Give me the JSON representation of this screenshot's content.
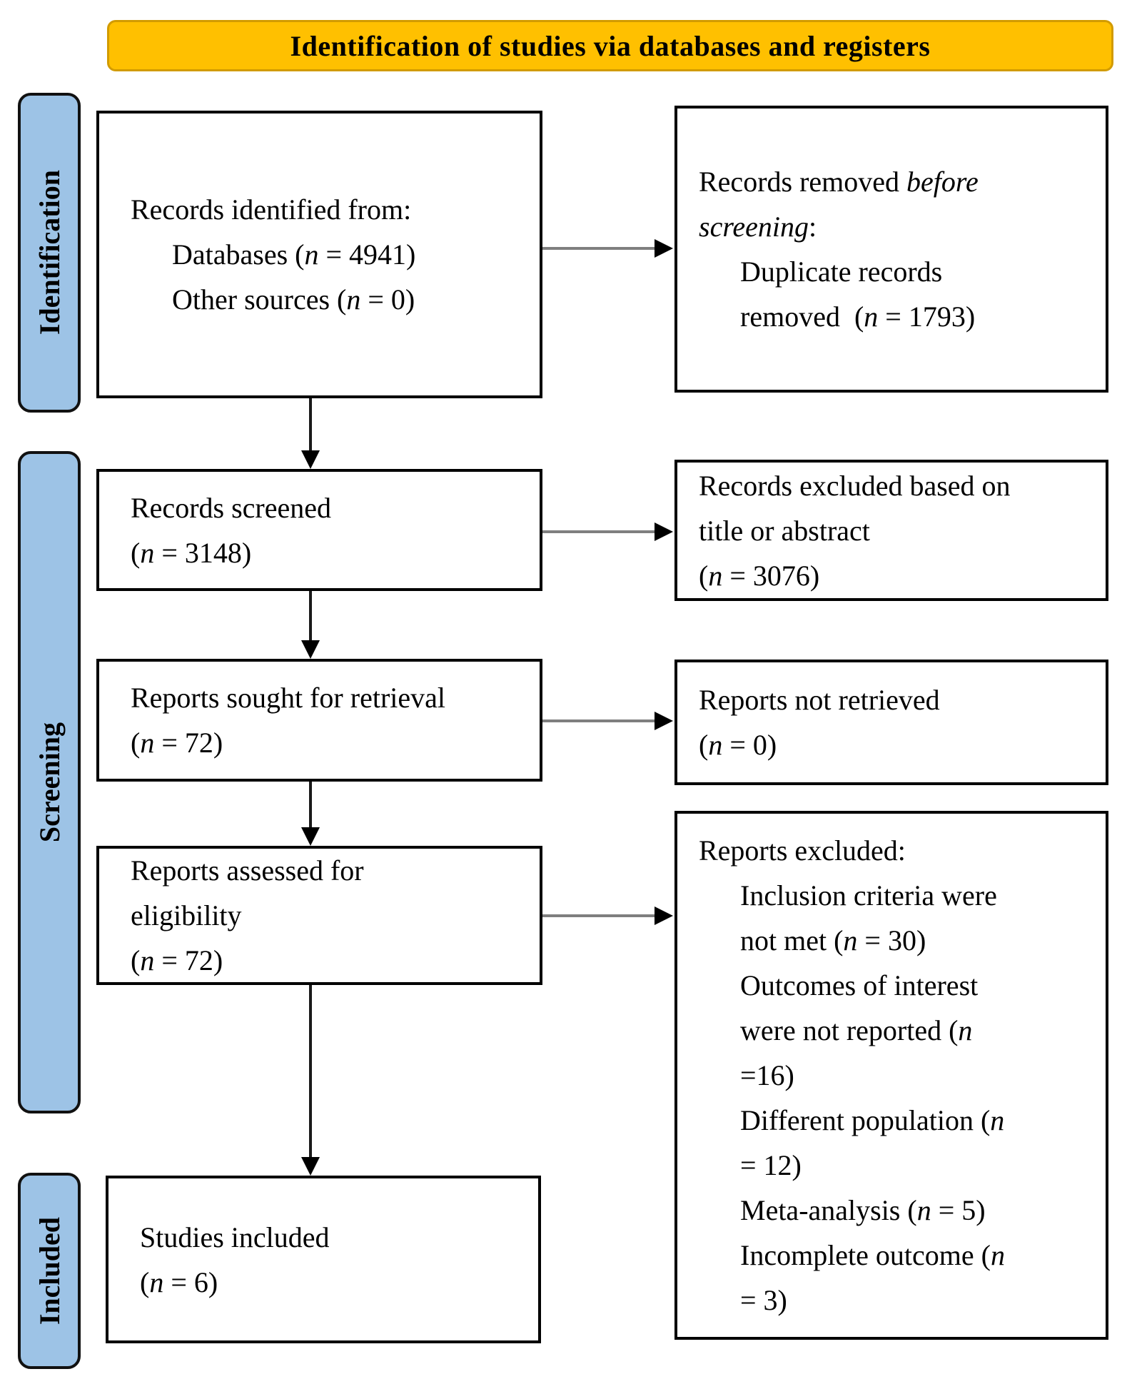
{
  "banner": {
    "title": "Identification of studies via databases and registers"
  },
  "colors": {
    "banner_bg": "#FFC000",
    "banner_border": "#D29B00",
    "sidebar_bg": "#9DC3E6",
    "box_border": "#000000",
    "connector_gray": "#7F7F7F",
    "arrow_black": "#1A1A1A"
  },
  "sidebar": {
    "items": [
      {
        "label": "Identification"
      },
      {
        "label": "Screening"
      },
      {
        "label": "Included"
      }
    ]
  },
  "flow": {
    "records_identified": {
      "lines": [
        {
          "indent": false,
          "segments": [
            {
              "text": "Records identified from:"
            }
          ]
        },
        {
          "indent": true,
          "segments": [
            {
              "text": "Databases ("
            },
            {
              "text": "n",
              "italic": true
            },
            {
              "text": " = 4941)"
            }
          ]
        },
        {
          "indent": true,
          "segments": [
            {
              "text": "Other sources ("
            },
            {
              "text": "n",
              "italic": true
            },
            {
              "text": " = 0)"
            }
          ]
        }
      ]
    },
    "records_removed": {
      "lines": [
        {
          "indent": false,
          "segments": [
            {
              "text": "Records removed "
            },
            {
              "text": "before",
              "italic": true
            }
          ]
        },
        {
          "indent": false,
          "segments": [
            {
              "text": "screening",
              "italic": true
            },
            {
              "text": ":"
            }
          ]
        },
        {
          "indent": true,
          "segments": [
            {
              "text": "Duplicate records"
            }
          ]
        },
        {
          "indent": true,
          "segments": [
            {
              "text": "removed  ("
            },
            {
              "text": "n",
              "italic": true
            },
            {
              "text": " = 1793)"
            }
          ]
        }
      ]
    },
    "records_screened": {
      "lines": [
        {
          "indent": false,
          "segments": [
            {
              "text": "Records screened"
            }
          ]
        },
        {
          "indent": false,
          "segments": [
            {
              "text": "("
            },
            {
              "text": "n",
              "italic": true
            },
            {
              "text": " = 3148)"
            }
          ]
        }
      ]
    },
    "records_excluded": {
      "lines": [
        {
          "indent": false,
          "segments": [
            {
              "text": "Records excluded based on"
            }
          ]
        },
        {
          "indent": false,
          "segments": [
            {
              "text": "title or abstract"
            }
          ]
        },
        {
          "indent": false,
          "segments": [
            {
              "text": "("
            },
            {
              "text": "n",
              "italic": true
            },
            {
              "text": " = 3076)"
            }
          ]
        }
      ]
    },
    "reports_sought": {
      "lines": [
        {
          "indent": false,
          "segments": [
            {
              "text": "Reports sought for retrieval"
            }
          ]
        },
        {
          "indent": false,
          "segments": [
            {
              "text": "("
            },
            {
              "text": "n",
              "italic": true
            },
            {
              "text": " = 72)"
            }
          ]
        }
      ]
    },
    "reports_not_retrieved": {
      "lines": [
        {
          "indent": false,
          "segments": [
            {
              "text": "Reports not retrieved"
            }
          ]
        },
        {
          "indent": false,
          "segments": [
            {
              "text": "("
            },
            {
              "text": "n",
              "italic": true
            },
            {
              "text": " = 0)"
            }
          ]
        }
      ]
    },
    "reports_assessed": {
      "lines": [
        {
          "indent": false,
          "segments": [
            {
              "text": "Reports assessed for"
            }
          ]
        },
        {
          "indent": false,
          "segments": [
            {
              "text": "eligibility"
            }
          ]
        },
        {
          "indent": false,
          "segments": [
            {
              "text": "("
            },
            {
              "text": "n",
              "italic": true
            },
            {
              "text": " = 72)"
            }
          ]
        }
      ]
    },
    "reports_excluded": {
      "lines": [
        {
          "indent": false,
          "segments": [
            {
              "text": "Reports excluded:"
            }
          ]
        },
        {
          "indent": true,
          "segments": [
            {
              "text": "Inclusion criteria were"
            }
          ]
        },
        {
          "indent": true,
          "segments": [
            {
              "text": "not met ("
            },
            {
              "text": "n",
              "italic": true
            },
            {
              "text": " = 30)"
            }
          ]
        },
        {
          "indent": true,
          "segments": [
            {
              "text": "Outcomes of interest"
            }
          ]
        },
        {
          "indent": true,
          "segments": [
            {
              "text": "were not reported ("
            },
            {
              "text": "n",
              "italic": true
            }
          ]
        },
        {
          "indent": true,
          "segments": [
            {
              "text": "=16)"
            }
          ]
        },
        {
          "indent": true,
          "segments": [
            {
              "text": "Different population ("
            },
            {
              "text": "n",
              "italic": true
            }
          ]
        },
        {
          "indent": true,
          "segments": [
            {
              "text": "= 12)"
            }
          ]
        },
        {
          "indent": true,
          "segments": [
            {
              "text": "Meta-analysis ("
            },
            {
              "text": "n",
              "italic": true
            },
            {
              "text": " = 5)"
            }
          ]
        },
        {
          "indent": true,
          "segments": [
            {
              "text": "Incomplete outcome ("
            },
            {
              "text": "n",
              "italic": true
            }
          ]
        },
        {
          "indent": true,
          "segments": [
            {
              "text": "= 3)"
            }
          ]
        }
      ]
    },
    "studies_included": {
      "lines": [
        {
          "indent": false,
          "segments": [
            {
              "text": "Studies included"
            }
          ]
        },
        {
          "indent": false,
          "segments": [
            {
              "text": "("
            },
            {
              "text": "n",
              "italic": true
            },
            {
              "text": " = 6)"
            }
          ]
        }
      ]
    }
  }
}
